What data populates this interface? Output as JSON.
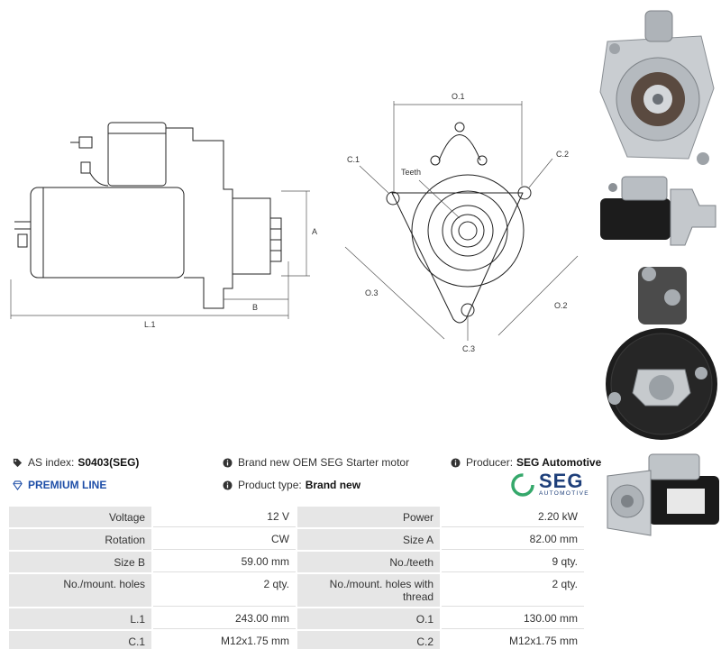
{
  "drawing": {
    "labels": {
      "l1": "L.1",
      "a": "A",
      "b": "B",
      "o1": "O.1",
      "o2": "O.2",
      "o3": "O.3",
      "c1": "C.1",
      "c2": "C.2",
      "c3": "C.3",
      "teeth": "Teeth"
    }
  },
  "photos": [
    {
      "icon": "starter-motor-front-photo"
    },
    {
      "icon": "starter-motor-side-photo"
    },
    {
      "icon": "starter-motor-rear-photo"
    },
    {
      "icon": "starter-motor-angle-photo"
    }
  ],
  "info": {
    "as_index_label": "AS index:",
    "as_index_value": "S0403(SEG)",
    "premium_line": "PREMIUM LINE",
    "description": "Brand new OEM SEG Starter motor",
    "product_type_label": "Product type:",
    "product_type_value": "Brand new",
    "producer_label": "Producer:",
    "producer_value": "SEG Automotive"
  },
  "logo": {
    "word": "SEG",
    "sub": "AUTOMOTIVE",
    "accent_color": "#1e3f7a",
    "ring_color": "#35a86b"
  },
  "specs": [
    {
      "l1": "Voltage",
      "v1": "12 V",
      "l2": "Power",
      "v2": "2.20 kW"
    },
    {
      "l1": "Rotation",
      "v1": "CW",
      "l2": "Size A",
      "v2": "82.00 mm"
    },
    {
      "l1": "Size B",
      "v1": "59.00 mm",
      "l2": "No./teeth",
      "v2": "9 qty."
    },
    {
      "l1": "No./mount. holes",
      "v1": "2 qty.",
      "l2": "No./mount. holes with thread",
      "v2": "2 qty."
    },
    {
      "l1": "L.1",
      "v1": "243.00 mm",
      "l2": "O.1",
      "v2": "130.00 mm"
    },
    {
      "l1": "C.1",
      "v1": "M12x1.75 mm",
      "l2": "C.2",
      "v2": "M12x1.75 mm"
    }
  ]
}
